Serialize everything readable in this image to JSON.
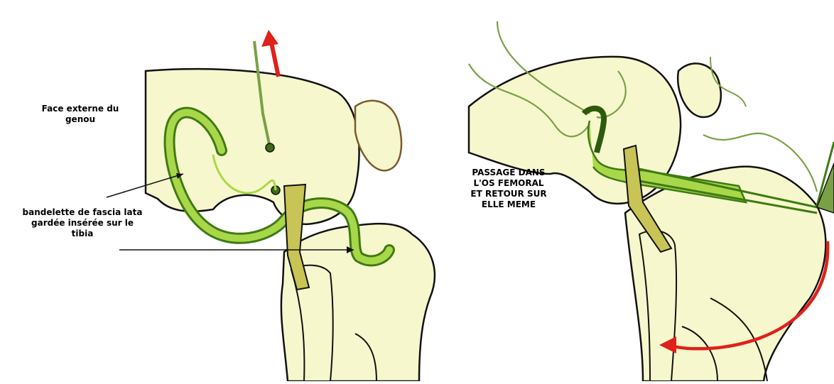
{
  "labels": {
    "face_externe": "Face externe du\ngenou",
    "bandelette": "bandelette de fascia lata\ngardée insérée sur le\ntibia",
    "passage": "PASSAGE DANS\nL'OS FEMORAL\nET RETOUR SUR\nELLE MEME"
  },
  "colors": {
    "bone_fill": "#f6f7cc",
    "outline": "#111111",
    "graft": "#9ad13a",
    "graft_dark": "#3f7a13",
    "suture": "#7aa046",
    "arrow_red": "#e0201a"
  },
  "icons": {
    "traction_arrow": "arrow-up",
    "rotation_arrow": "curved-arrow"
  }
}
